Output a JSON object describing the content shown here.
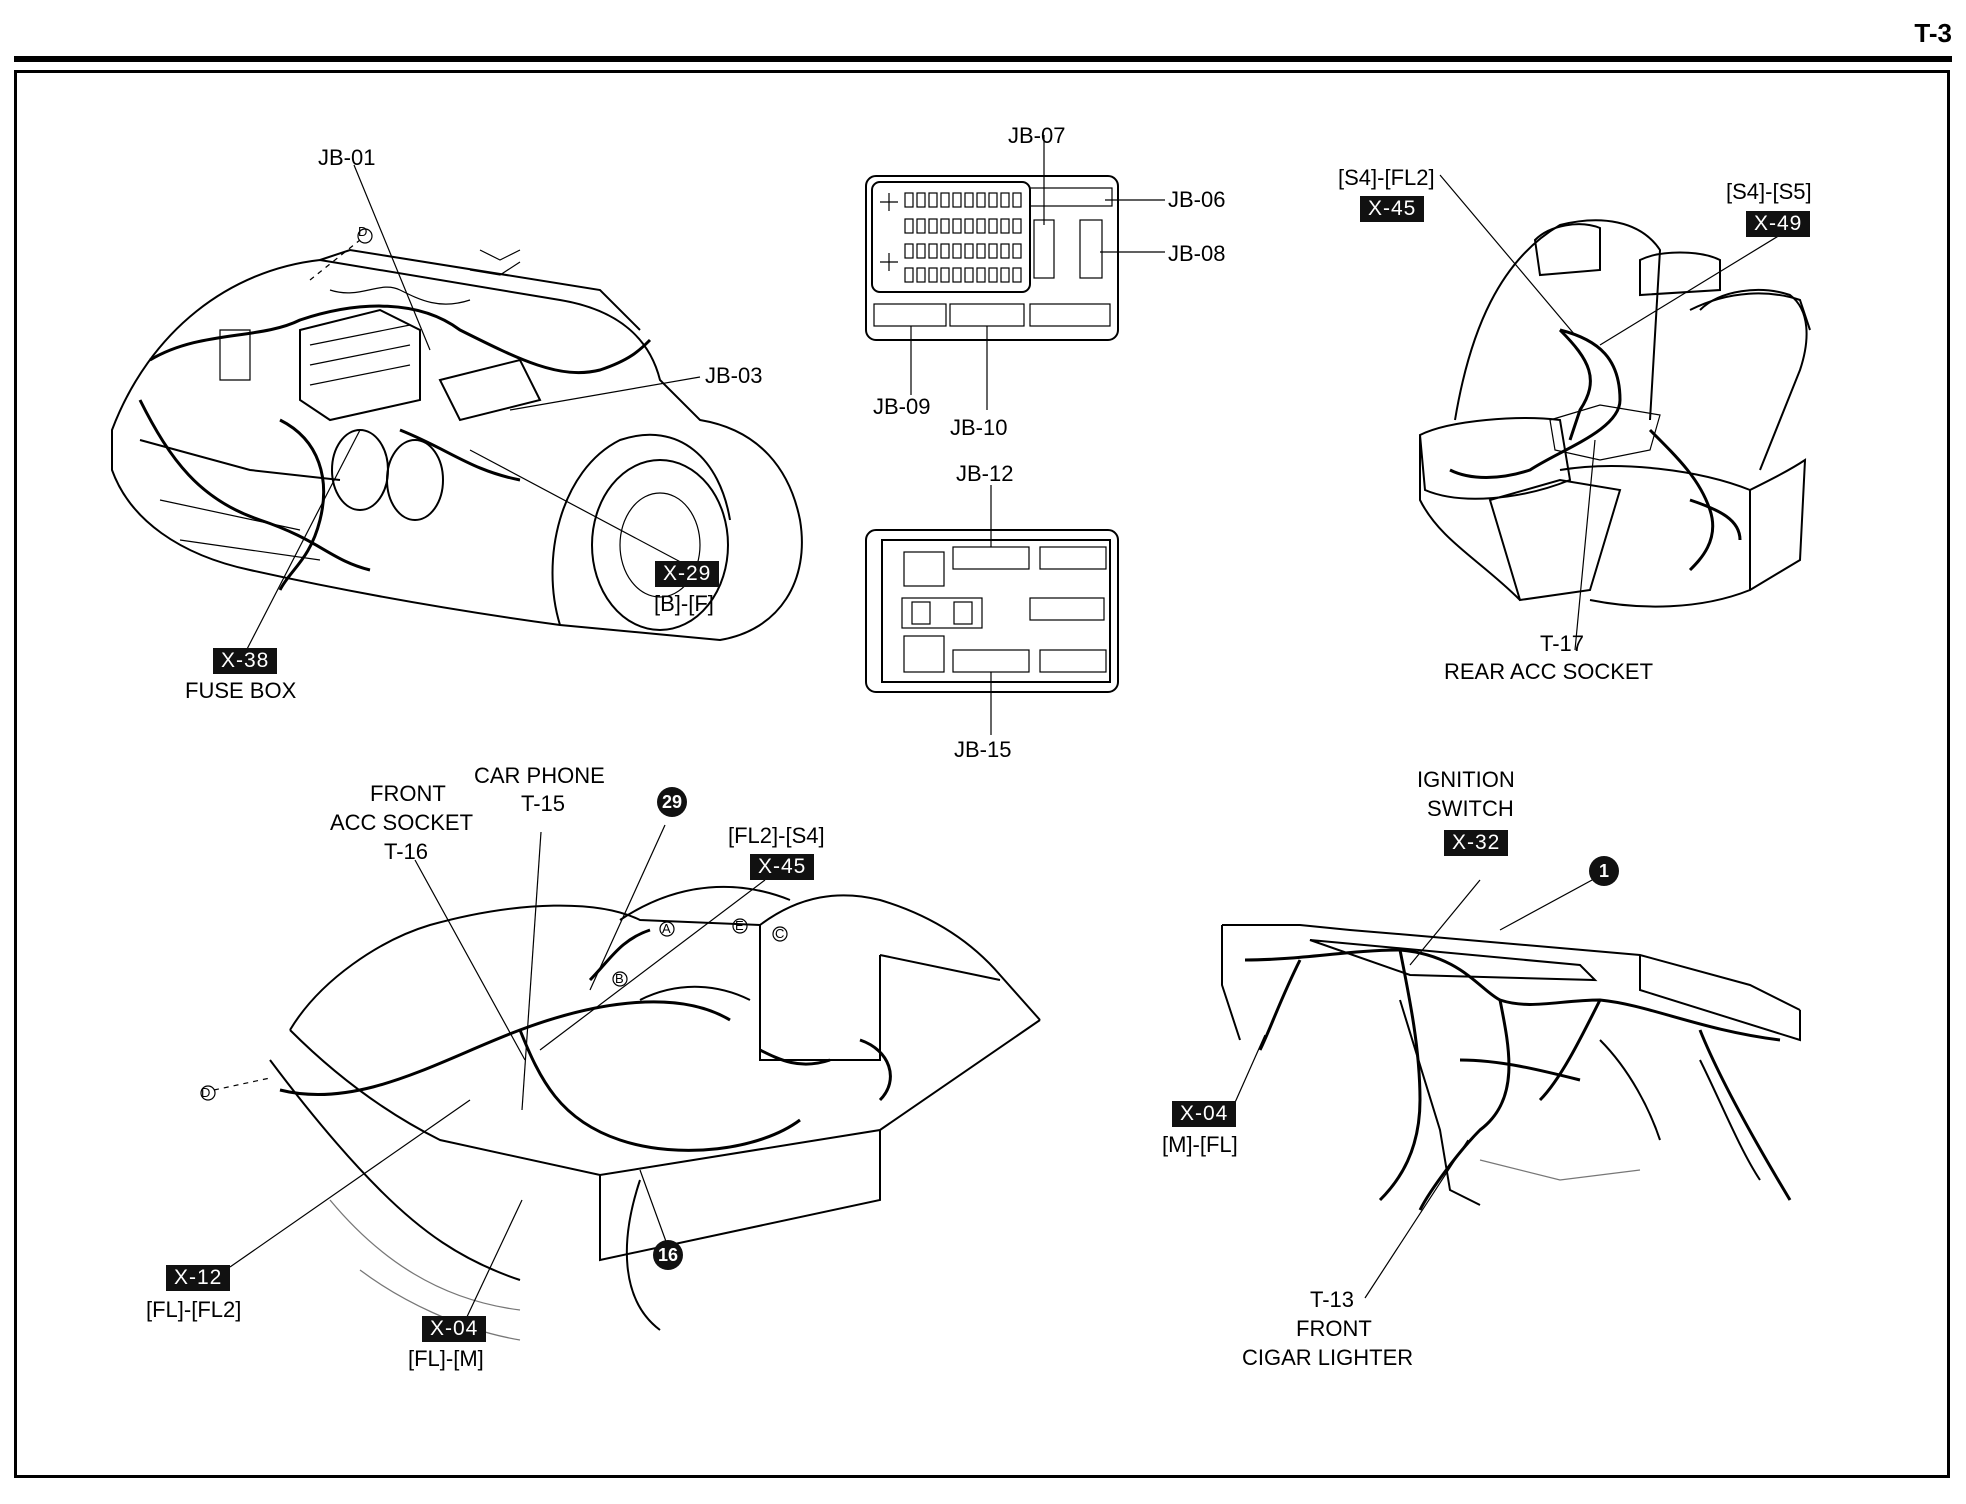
{
  "page_number": "T-3",
  "engine_bay": {
    "jb01": "JB-01",
    "jb03": "JB-03",
    "x29": {
      "tag": "X-29",
      "sub": "[B]-[F]"
    },
    "x38": {
      "tag": "X-38",
      "sub": "FUSE BOX"
    },
    "marker_d": "D"
  },
  "junction_box": {
    "jb07": "JB-07",
    "jb06": "JB-06",
    "jb08": "JB-08",
    "jb09": "JB-09",
    "jb10": "JB-10",
    "jb12": "JB-12",
    "jb15": "JB-15"
  },
  "rear_seat": {
    "x45": {
      "top": "[S4]-[FL2]",
      "tag": "X-45"
    },
    "x49": {
      "top": "[S4]-[S5]",
      "tag": "X-49"
    },
    "t17": {
      "code": "T-17",
      "name": "REAR ACC SOCKET"
    }
  },
  "body_side": {
    "front_acc": {
      "line1": "FRONT",
      "line2": "ACC SOCKET",
      "code": "T-16"
    },
    "car_phone": {
      "line1": "CAR PHONE",
      "code": "T-15"
    },
    "ground_29": "29",
    "x45": {
      "top": "[FL2]-[S4]",
      "tag": "X-45"
    },
    "x12": {
      "tag": "X-12",
      "sub": "[FL]-[FL2]"
    },
    "x04": {
      "tag": "X-04",
      "sub": "[FL]-[M]"
    },
    "ground_16": "16",
    "markers": {
      "a": "A",
      "b": "B",
      "c": "C",
      "d": "D",
      "e": "E"
    }
  },
  "dashboard": {
    "ignition": {
      "line1": "IGNITION",
      "line2": "SWITCH",
      "tag": "X-32"
    },
    "ground_1": "1",
    "x04": {
      "tag": "X-04",
      "sub": "[M]-[FL]"
    },
    "t13": {
      "code": "T-13",
      "line1": "FRONT",
      "line2": "CIGAR LIGHTER"
    }
  }
}
